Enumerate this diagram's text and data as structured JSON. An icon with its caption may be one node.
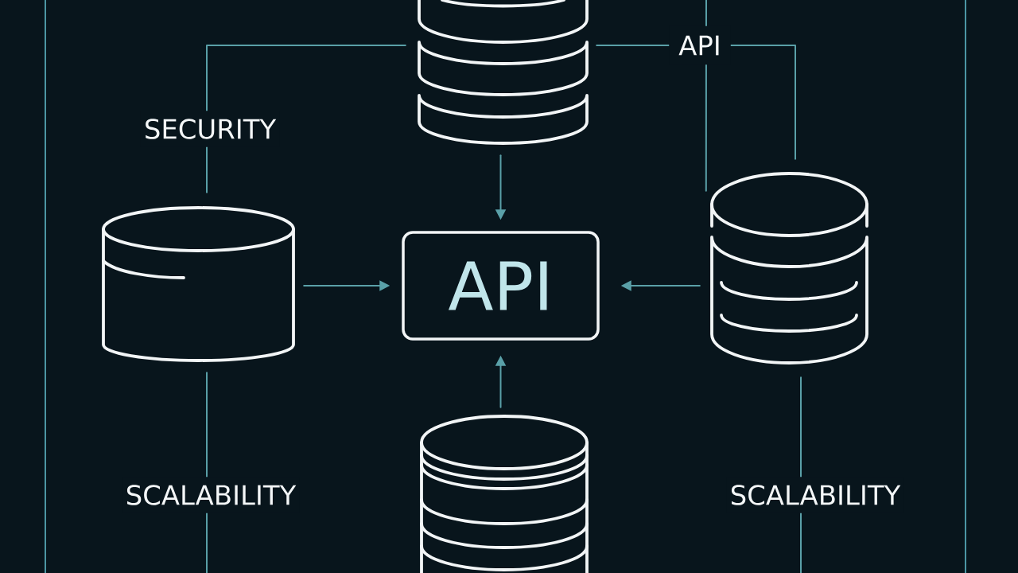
{
  "diagram": {
    "nodes": [
      {
        "text": [],
        "shape": "cylinder"
      },
      {
        "text": [],
        "shape": "cylinder"
      },
      {
        "text": [
          "API"
        ]
      },
      {
        "text": [],
        "shape": "cylinder"
      },
      {
        "text": [],
        "shape": "cylinder"
      }
    ],
    "edges": [
      {
        "from": 0,
        "to": 2,
        "arrow": "to"
      },
      {
        "from": 1,
        "to": 2,
        "arrow": "to"
      },
      {
        "from": 3,
        "to": 2,
        "arrow": "to"
      },
      {
        "from": 4,
        "to": 2,
        "arrow": "to"
      },
      {
        "from": 0,
        "to": 1,
        "arrow": "none",
        "label": "SECURITY"
      },
      {
        "from": 0,
        "to": 3,
        "arrow": "none",
        "label": "API"
      },
      {
        "from": null,
        "to": 3,
        "arrow": "none"
      },
      {
        "from": 1,
        "to": null,
        "arrow": "none",
        "label": "SCALABILITY"
      },
      {
        "from": 3,
        "to": null,
        "arrow": "none",
        "label": "SCALABILITY"
      }
    ]
  }
}
